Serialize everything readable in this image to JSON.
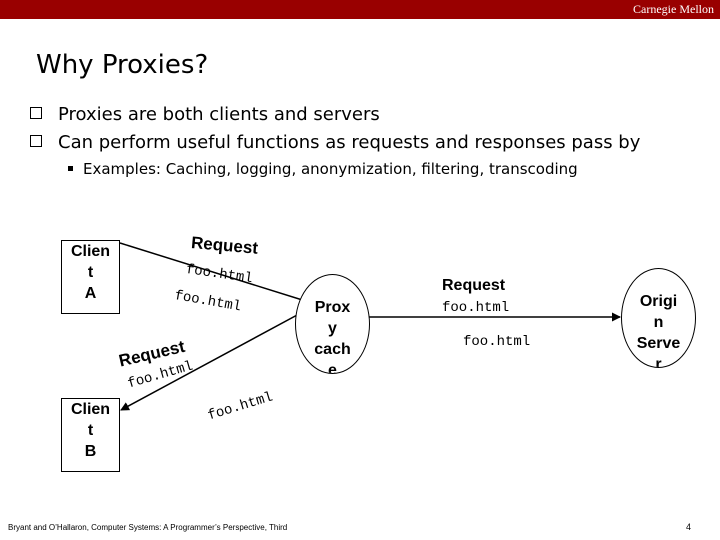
{
  "header": {
    "brand": "Carnegie Mellon"
  },
  "slide": {
    "title": "Why Proxies?",
    "bullets": [
      "Proxies are both clients and servers",
      "Can perform useful functions as requests and responses pass by"
    ],
    "sub_bullet": "Examples: Caching, logging, anonymization, filtering, transcoding"
  },
  "diagram": {
    "client_a": "Clien\nt\nA",
    "client_b": "Clien\nt\nB",
    "proxy": "Prox\ny\ncach\ne",
    "origin": "Origi\nn\nServe\nr",
    "labels": {
      "a_request": "Request",
      "a_foo1": "foo.html",
      "a_foo2": "foo.html",
      "b_request": "Request",
      "b_foo1": "foo.html",
      "b_foo2": "foo.html",
      "o_request": "Request",
      "o_foo1": "foo.html",
      "o_foo2": "foo.html"
    }
  },
  "footer": {
    "citation": "Bryant and O’Hallaron, Computer Systems: A Programmer’s Perspective, Third",
    "page": "4"
  }
}
